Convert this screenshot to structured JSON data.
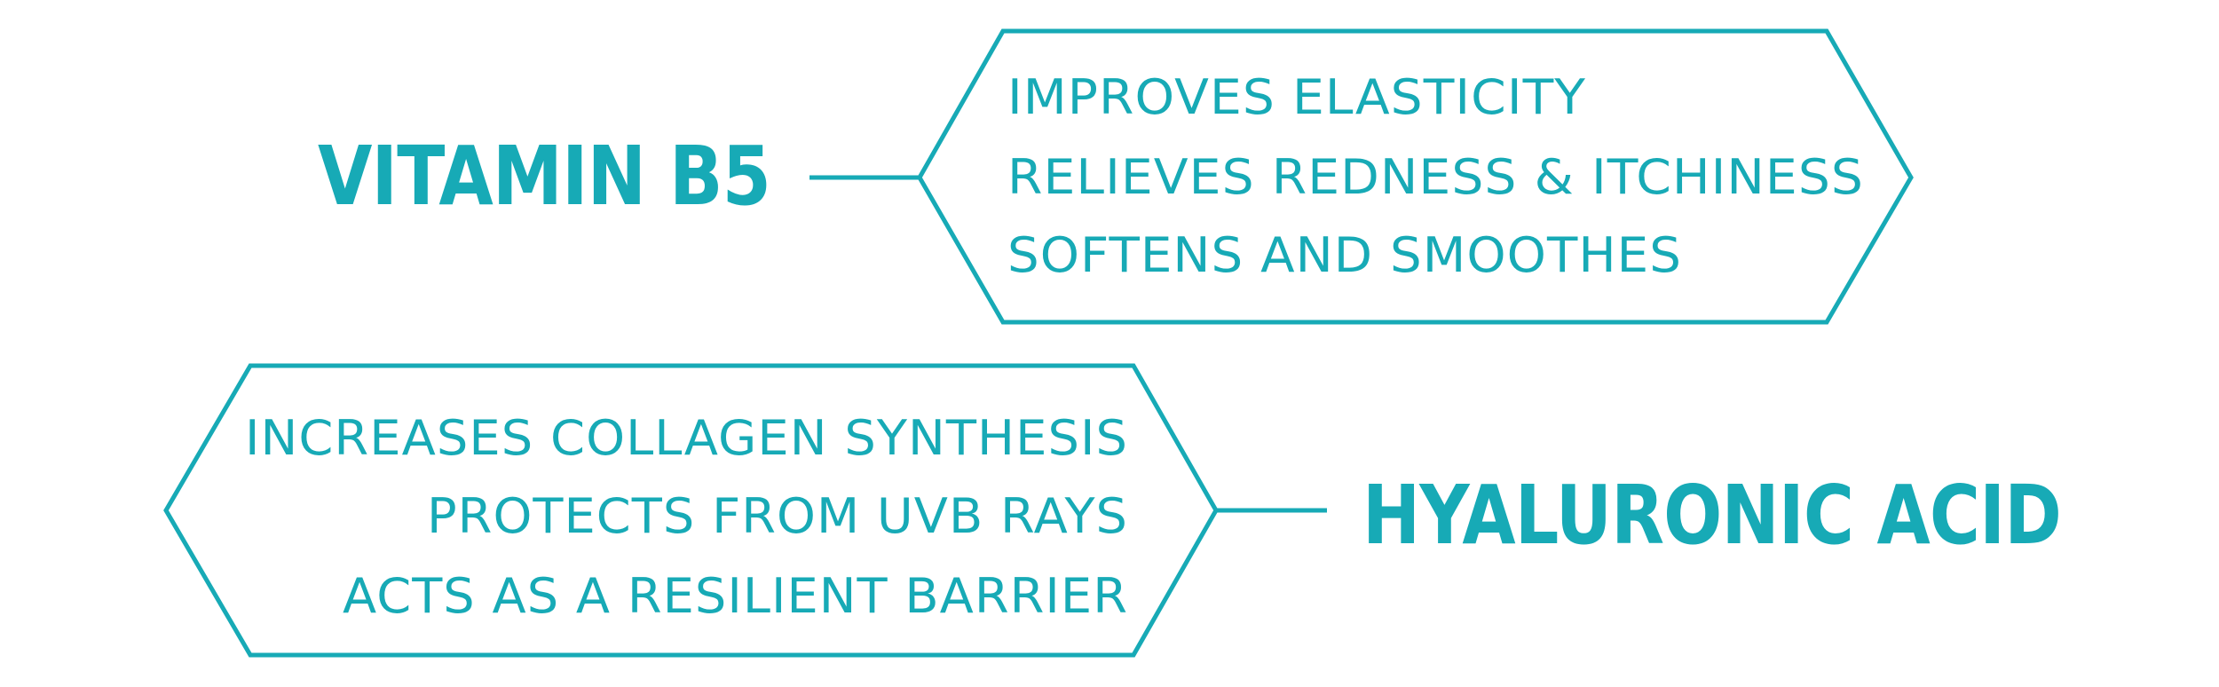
{
  "colors": {
    "accent": "#17AAB6",
    "background": "#FFFFFF"
  },
  "ingredients": [
    {
      "name": "VITAMIN B5",
      "benefits": [
        "IMPROVES ELASTICITY",
        "RELIEVES REDNESS & ITCHINESS",
        "SOFTENS AND SMOOTHES"
      ]
    },
    {
      "name": "HYALURONIC ACID",
      "benefits": [
        "INCREASES COLLAGEN SYNTHESIS",
        "PROTECTS FROM UVB RAYS",
        "ACTS AS A RESILIENT BARRIER"
      ]
    }
  ]
}
